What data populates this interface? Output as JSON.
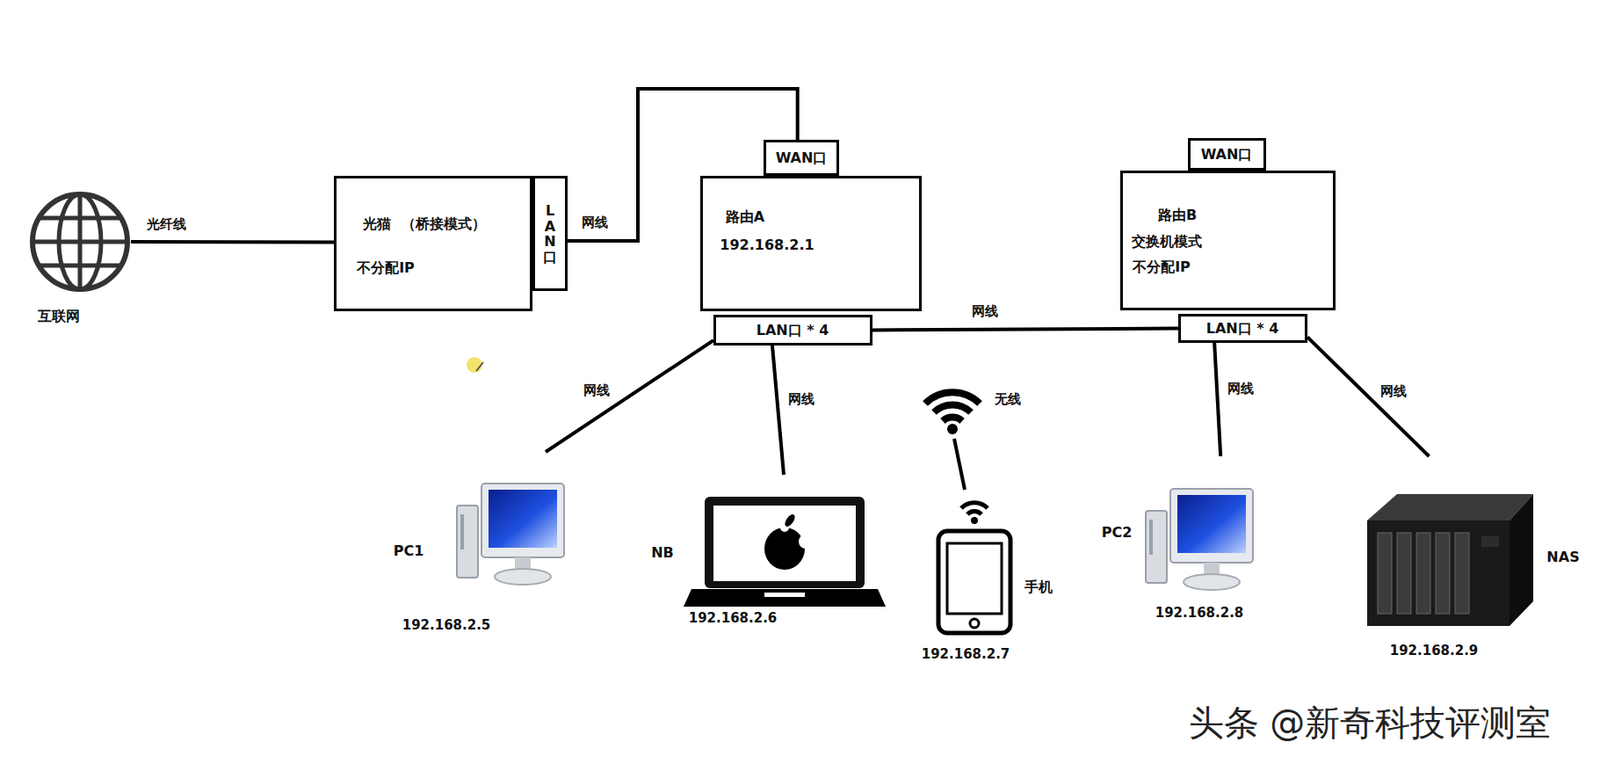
{
  "diagram": {
    "nodes": [
      {
        "text": [
          "互联网"
        ]
      },
      {
        "text": [
          "光猫",
          "（桥接模式）",
          "不分配IP"
        ]
      },
      {
        "text": [
          "LAN口"
        ]
      },
      {
        "text": [
          "WAN口"
        ]
      },
      {
        "text": [
          "路由A",
          "192.168.2.1"
        ]
      },
      {
        "text": [
          "LAN口 * 4"
        ]
      },
      {
        "text": [
          "WAN口"
        ]
      },
      {
        "text": [
          "路由B",
          "交换机模式",
          "不分配IP"
        ]
      },
      {
        "text": [
          "LAN口 * 4"
        ]
      },
      {
        "text": [
          "PC1",
          "192.168.2.5"
        ]
      },
      {
        "text": [
          "NB",
          "192.168.2.6"
        ]
      },
      {
        "text": [
          "手机",
          "192.168.2.7"
        ]
      },
      {
        "text": [
          "PC2",
          "192.168.2.8"
        ]
      },
      {
        "text": [
          "NAS",
          "192.168.2.9"
        ]
      }
    ],
    "edges": [
      {
        "from": 0,
        "to": 1,
        "arrow": "none",
        "label": "光纤线"
      },
      {
        "from": 2,
        "to": 3,
        "arrow": "none",
        "label": "网线"
      },
      {
        "from": 5,
        "to": 8,
        "arrow": "none",
        "label": "网线"
      },
      {
        "from": 5,
        "to": 9,
        "arrow": "none",
        "label": "网线"
      },
      {
        "from": 5,
        "to": 10,
        "arrow": "none",
        "label": "网线"
      },
      {
        "from": 8,
        "to": 12,
        "arrow": "none",
        "label": "网线"
      },
      {
        "from": 8,
        "to": 13,
        "arrow": "none",
        "label": "网线"
      }
    ],
    "labels": [
      "无线",
      "头条 @新奇科技评测室"
    ]
  }
}
